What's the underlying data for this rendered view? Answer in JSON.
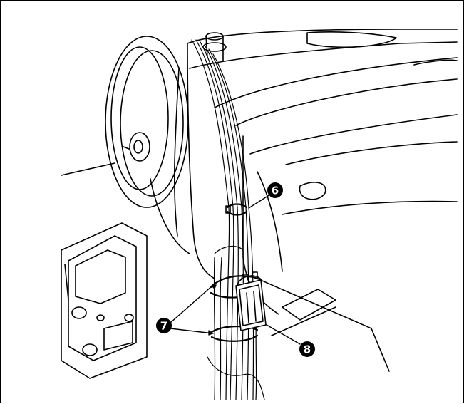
{
  "callouts": {
    "c6": {
      "label": "6"
    },
    "c7": {
      "label": "7"
    },
    "c8": {
      "label": "8"
    }
  },
  "colors": {
    "line": "#000000",
    "callout_fill": "#000000",
    "callout_text": "#ffffff",
    "background": "#ffffff"
  },
  "icons": [
    "handwheel-icon",
    "cable-tie-icon",
    "ferrite-core-icon",
    "cable-bundle-icon"
  ]
}
